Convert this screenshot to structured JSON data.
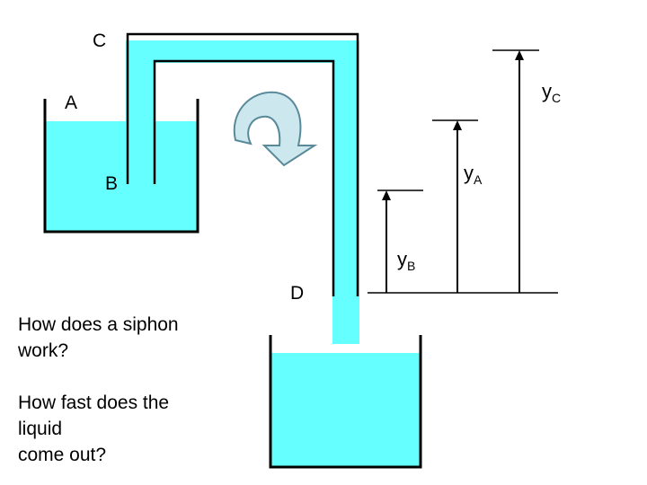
{
  "labels": {
    "point_c": "C",
    "point_a": "A",
    "point_b": "B",
    "point_d": "D",
    "y_c": {
      "main": "y",
      "sub": "C"
    },
    "y_a": {
      "main": "y",
      "sub": "A"
    },
    "y_b": {
      "main": "y",
      "sub": "B"
    }
  },
  "questions": [
    "How does a siphon\nwork?",
    "How fast does the\nliquid\ncome out?"
  ],
  "colors": {
    "liquid": "#66ffff",
    "arrow_fill": "#cce8ee",
    "arrow_stroke": "#5a8a9a",
    "outline": "#000000"
  }
}
